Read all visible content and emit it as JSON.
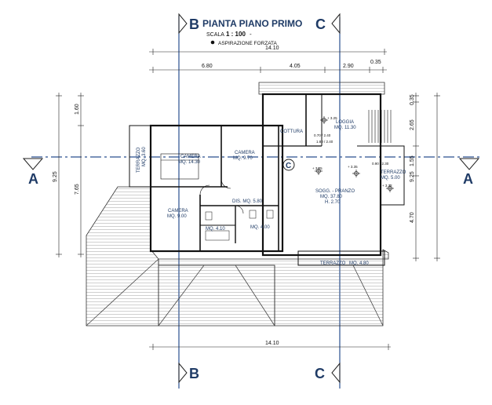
{
  "header": {
    "title": "PIANTA PIANO PRIMO",
    "scale_label": "SCALA",
    "scale_value": "1 : 100",
    "scale_dash": "-",
    "legend_label": "ASPIRAZIONE FORZATA"
  },
  "sections": {
    "a_left": "A",
    "a_right": "A",
    "b_top": "B",
    "b_bottom": "B",
    "c_top": "C",
    "c_bottom": "C"
  },
  "dimensions": {
    "top_total": "14.10",
    "top_seg1": "6.80",
    "top_seg2": "4.05",
    "top_seg3": "2.90",
    "top_seg4": "0.35",
    "bottom_total": "14.10",
    "left_total": "9.25",
    "left_top": "1.60",
    "left_main": "7.65",
    "right_total": "9.25",
    "right_top": "0.35",
    "right_seg1": "2.65",
    "right_seg2": "1.55",
    "right_seg3": "4.70"
  },
  "rooms": {
    "camera1": {
      "name": "CAMERA",
      "area": "MQ. 14.30"
    },
    "camera2": {
      "name": "CAMERA",
      "area": "MQ. 9.70"
    },
    "camera3": {
      "name": "CAMERA",
      "area": "MQ. 9.00"
    },
    "cottura": {
      "name": "COTTURA"
    },
    "loggia": {
      "name": "LOGGIA",
      "area": "MQ. 11.30"
    },
    "soggiorno": {
      "name": "SOGG. - PRANZO",
      "area": "MQ. 37.80",
      "height": "H. 2.70"
    },
    "dis": {
      "name": "DIS. MQ. 5.80"
    },
    "bath1": {
      "name": "MQ. 4.10"
    },
    "bath2": {
      "name": "MQ. 4.00"
    },
    "terrazzo_left": {
      "name": "TERRAZZO",
      "area": "MQ. 3.60"
    },
    "terrazzo_right": {
      "name": "TERRAZZO",
      "area": "MQ. 5.00"
    },
    "terrazzo_bottom": {
      "name": "TERRAZZO",
      "area": "MQ. 4.80"
    },
    "c_symbol": "C"
  },
  "small_labels": {
    "elev1": "+ 3.25",
    "elev2": "+ 3.25",
    "elev3": "+ 3.22",
    "elev4": "+ 3.35",
    "w1": "0.70 / 2.40",
    "w2": "1.80 / 2.40",
    "w3": "0.90 / 2.30"
  },
  "colors": {
    "line": "#222222",
    "blue": "#1f3b66",
    "section": "#2a4f8f"
  }
}
